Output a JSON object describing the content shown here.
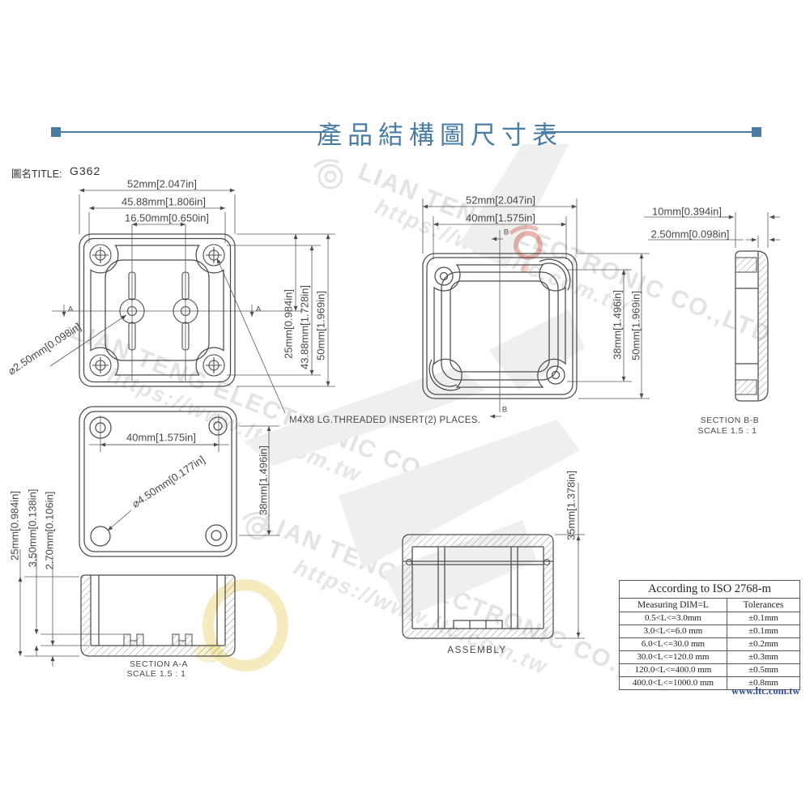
{
  "header": {
    "title": "產品結構圖尺寸表",
    "drawing_title_label": "圖名TITLE:",
    "model": "G362"
  },
  "front_view": {
    "dim_width_outer": "52mm[2.047in]",
    "dim_width_holes": "45.88mm[1.806in]",
    "dim_width_posts": "16.50mm[0.650in]",
    "dim_height_center": "25mm[0.984in]",
    "dim_height_holes": "43.88mm[1.728in]",
    "dim_height_outer": "50mm[1.969in]",
    "hole_callout": "⌀2.50mm[0.098in]",
    "section_marker": "A",
    "note": "M4X8 LG.THREADED INSERT(2) PLACES."
  },
  "back_view": {
    "dim_width_outer": "52mm[2.047in]",
    "dim_width_inner": "40mm[1.575in]",
    "dim_height_inner": "38mm[1.496in]",
    "dim_height_outer": "50mm[1.969in]",
    "section_marker": "B"
  },
  "side_section": {
    "dim_depth": "10mm[0.394in]",
    "dim_lip": "2.50mm[0.098in]",
    "label": "SECTION B-B",
    "scale": "SCALE 1.5 : 1"
  },
  "lid_view": {
    "dim_width_holes": "40mm[1.575in]",
    "dim_height_holes": "38mm[1.496in]",
    "hole_callout": "⌀4.50mm[0.177in]"
  },
  "base_section": {
    "label": "SECTION A-A",
    "scale": "SCALE 1.5 : 1",
    "dim_depth": "25mm[0.984in]",
    "dim_boss": "3.50mm[0.138in]",
    "dim_floor": "2.70mm[0.106in]"
  },
  "assembly": {
    "label": "ASSEMBLY",
    "dim_height": "35mm[1.378in]"
  },
  "tolerance_table": {
    "title": "According to ISO 2768-m",
    "col_measuring": "Measuring  DIM=L",
    "col_tolerances": "Tolerances",
    "rows": [
      {
        "range": "0.5<L<=3.0mm",
        "tol": "±0.1mm"
      },
      {
        "range": "3.0<L<=6.0 mm",
        "tol": "±0.1mm"
      },
      {
        "range": "6.0<L<=30.0 mm",
        "tol": "±0.2mm"
      },
      {
        "range": "30.0<L<=120.0 mm",
        "tol": "±0.3mm"
      },
      {
        "range": "120.0<L<=400.0 mm",
        "tol": "±0.5mm"
      },
      {
        "range": "400.0<L<=1000.0 mm",
        "tol": "±0.8mm"
      }
    ]
  },
  "footer": {
    "website": "www.ltc.com.tw"
  },
  "watermark": {
    "company": "LIAN TENG ELECTRONIC CO.,LTD",
    "url": "https://www.ltc.com.tw"
  },
  "colors": {
    "accent": "#4a7da6",
    "line": "#4c4c4c",
    "website_blue": "#2e4da5"
  }
}
